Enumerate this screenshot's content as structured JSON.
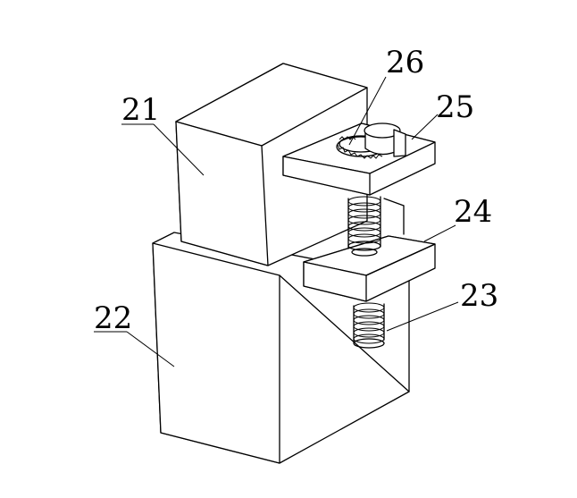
{
  "labels": {
    "part_21": "21",
    "part_22": "22",
    "part_23": "23",
    "part_24": "24",
    "part_25": "25",
    "part_26": "26"
  }
}
